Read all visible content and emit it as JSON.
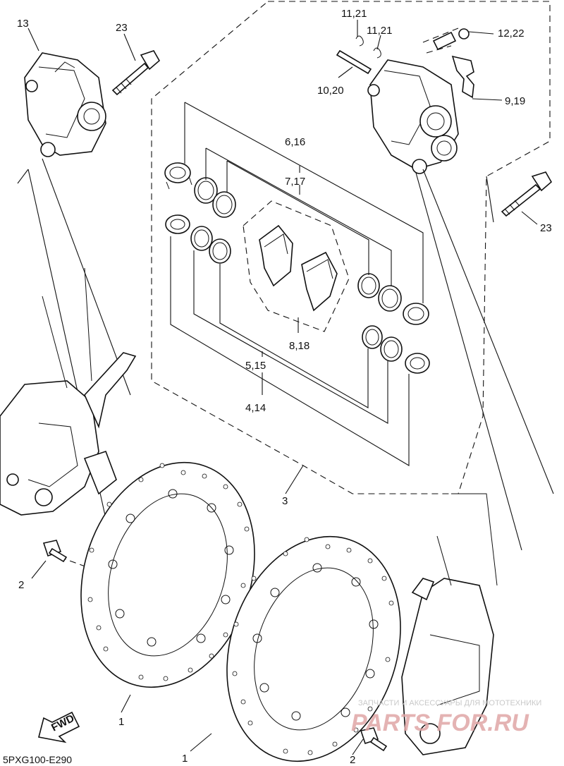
{
  "diagram": {
    "callouts": {
      "c13": "13",
      "c23a": "23",
      "c23b": "23",
      "c11a": "11,21",
      "c11b": "11,21",
      "c12": "12,22",
      "c10": "10,20",
      "c9": "9,19",
      "c6": "6,16",
      "c7": "7,17",
      "c8": "8,18",
      "c5": "5,15",
      "c4": "4,14",
      "c3": "3",
      "c2a": "2",
      "c2b": "2",
      "c1a": "1",
      "c1b": "1"
    },
    "fwd_label": "FWD",
    "drawing_code": "5PXG100-E290"
  },
  "watermark": {
    "caption": "ЗАПЧАСТИ И АКСЕССУАРЫ ДЛЯ МОТОТЕХНИКИ",
    "brand": "PARTS FOR.RU"
  }
}
